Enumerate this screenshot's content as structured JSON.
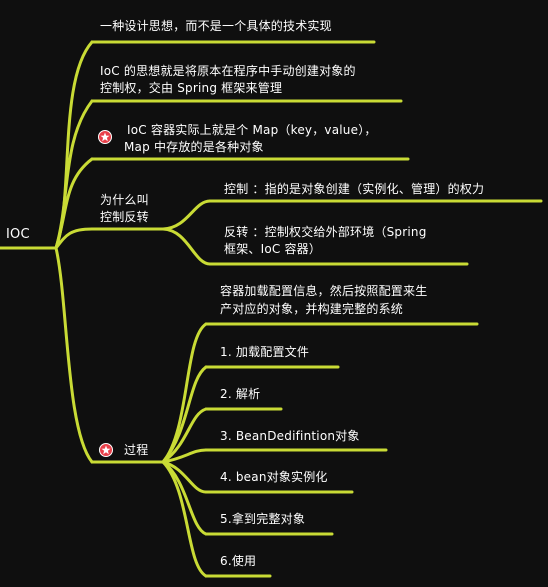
{
  "colors": {
    "background": "#0f0f0f",
    "branch": "#c9db35",
    "text": "#ffffff",
    "marker": "#e8404a"
  },
  "root": {
    "label": "IOC"
  },
  "nodes": {
    "idea": "一种设计思想，而不是一个具体的技术实现",
    "ioc_def_line1": "IoC 的思想就是将原本在程序中手动创建对象的",
    "ioc_def_line2": "控制权，交由 Spring 框架来管理",
    "container_line1": "IoC 容器实际上就是个 Map（key，value），",
    "container_line2": "Map 中存放的是各种对象",
    "why_line1": "为什么叫",
    "why_line2": "控制反转",
    "control": "控制 ：指的是对象创建（实例化、管理）的权力",
    "inversion_line1": "反转 ：控制权交给外部环境（Spring",
    "inversion_line2": "框架、IoC 容器）",
    "process": "过程",
    "process_desc_line1": "容器加载配置信息，然后按照配置来生",
    "process_desc_line2": "产对应的对象，并构建完整的系统",
    "step1": "1. 加载配置文件",
    "step2": "2. 解析",
    "step3": "3. BeanDedifintion对象",
    "step4": "4. bean对象实例化",
    "step5": "5.拿到完整对象",
    "step6": "6.使用"
  },
  "icons": {
    "container_marker": "star-icon",
    "process_marker": "star-icon"
  }
}
